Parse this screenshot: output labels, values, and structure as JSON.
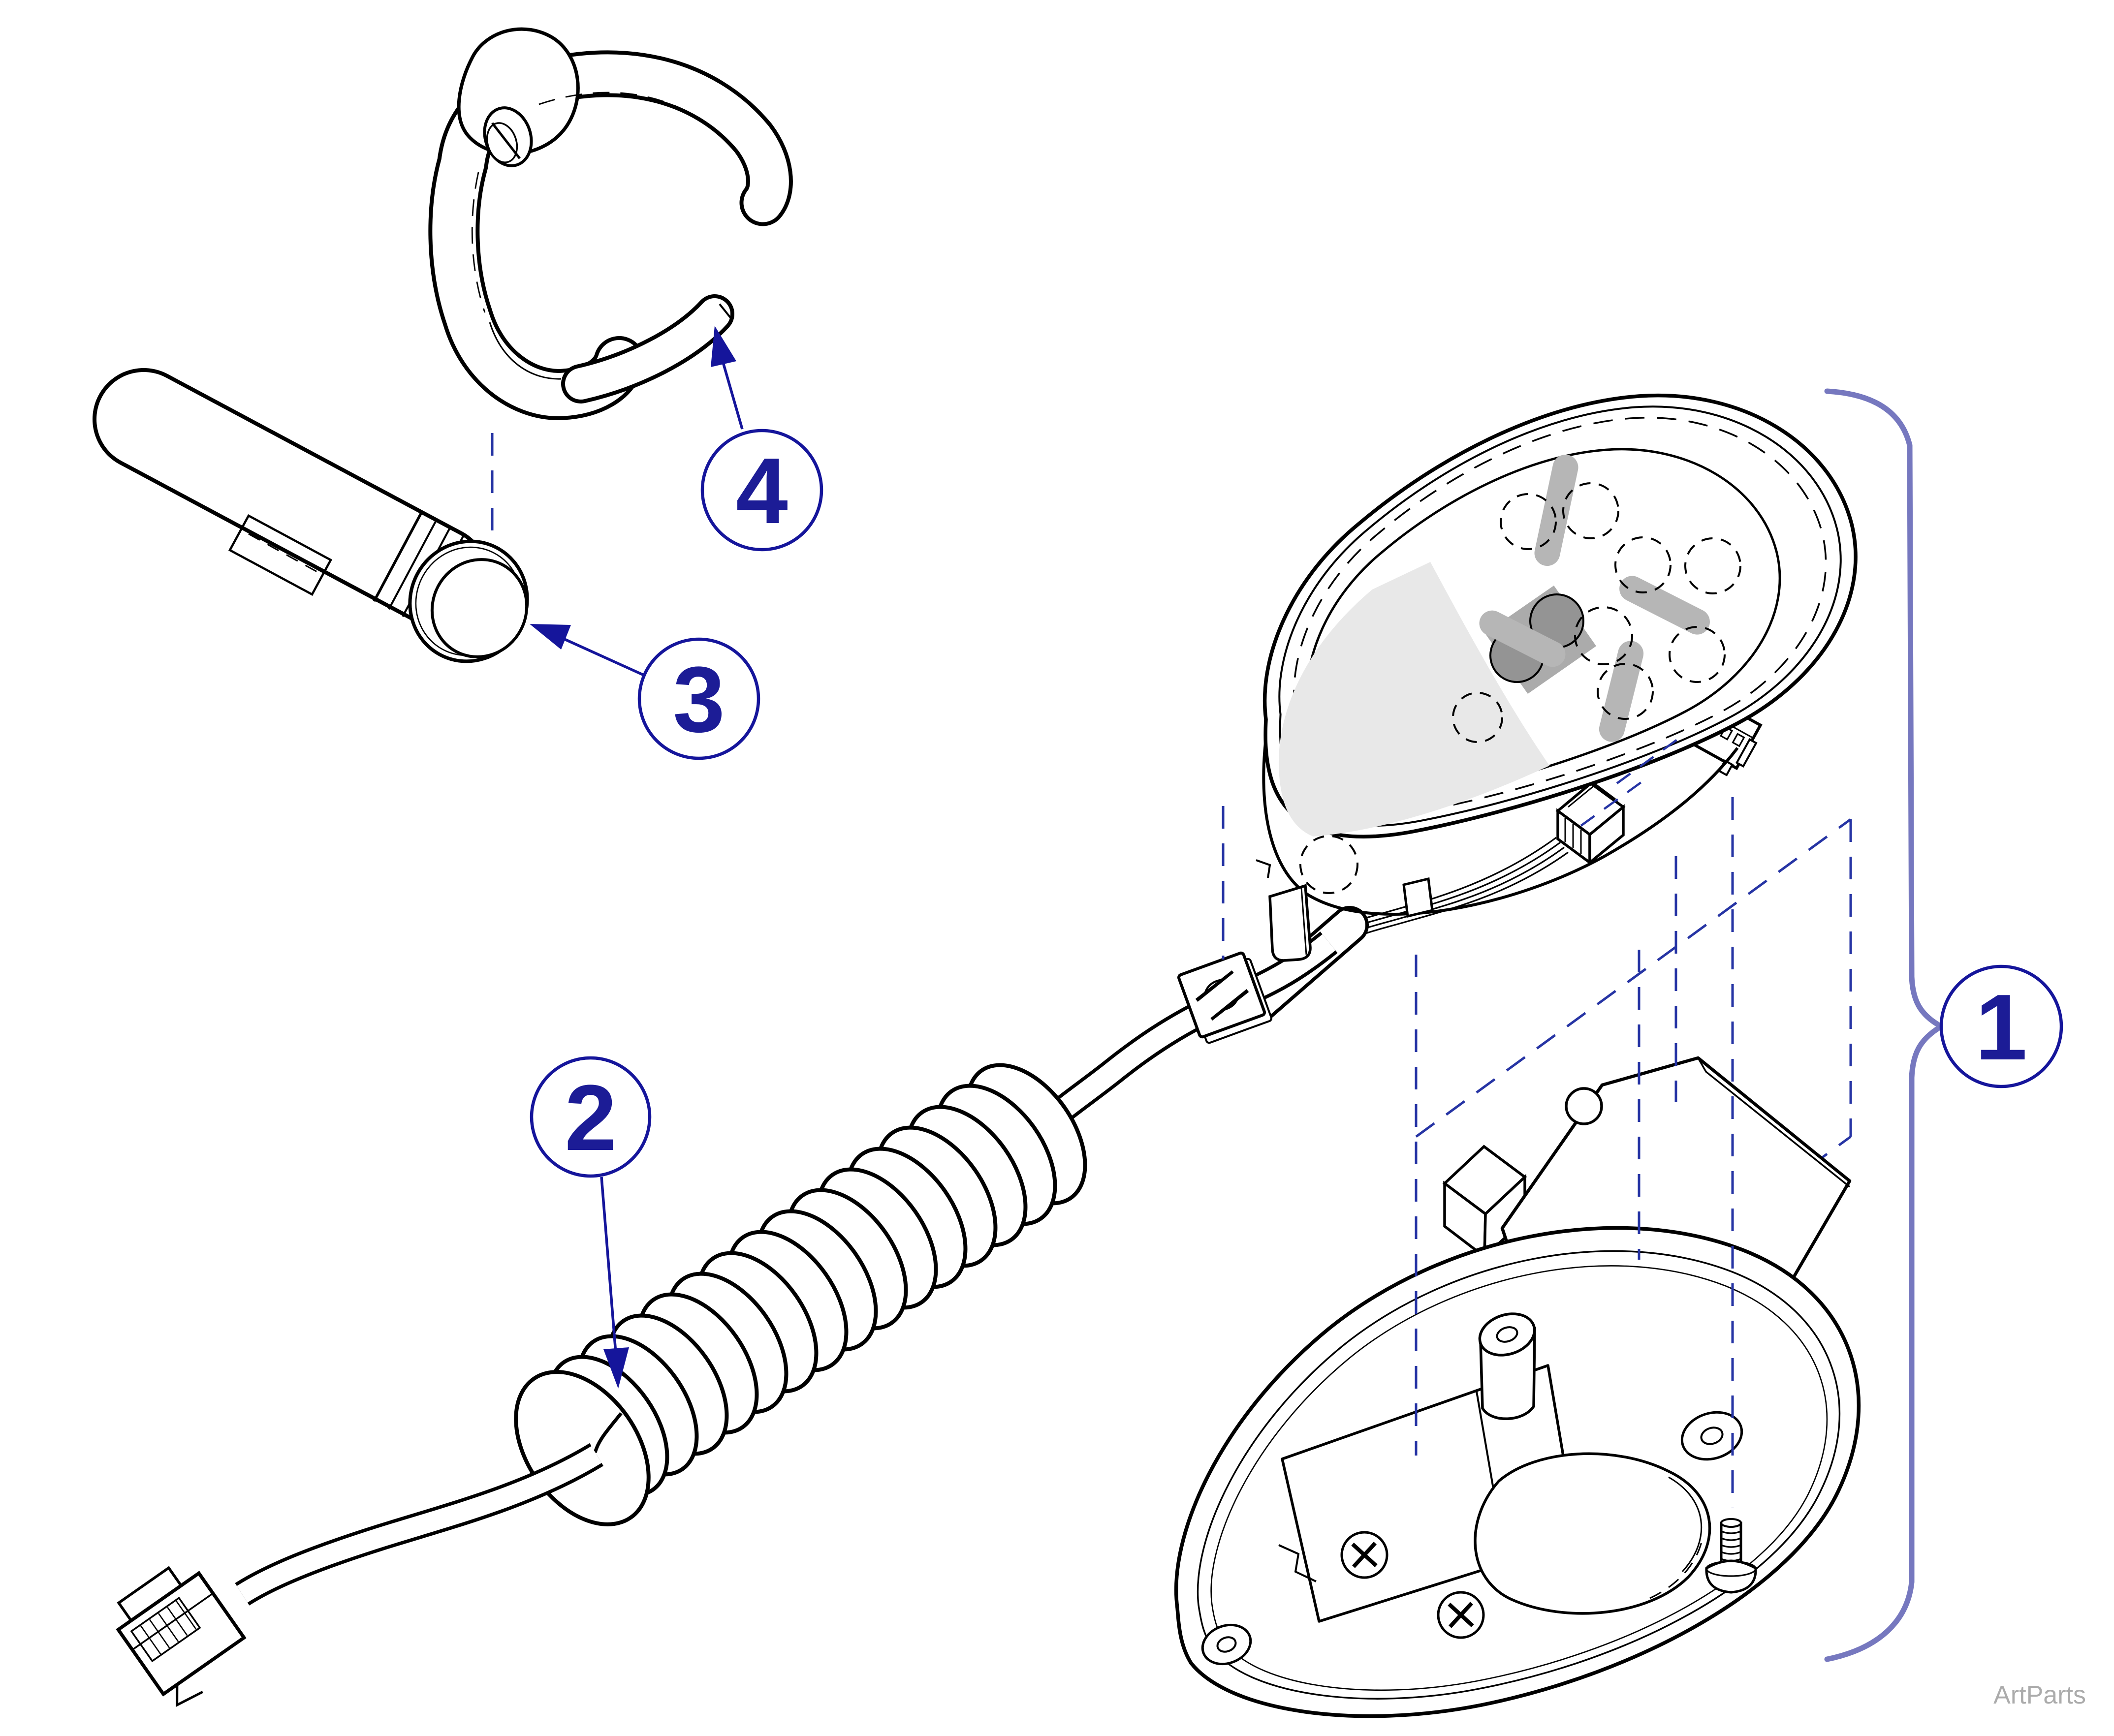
{
  "figure": {
    "type": "exploded-parts-diagram",
    "subject": "hand-held touchpad control assembly with holder bracket, roller barrel and coiled cable",
    "watermark": "ArtParts"
  },
  "callouts": [
    {
      "id": "1",
      "label": "1",
      "target": "touchpad-control-assembly"
    },
    {
      "id": "2",
      "label": "2",
      "target": "coiled-cable-assembly"
    },
    {
      "id": "3",
      "label": "3",
      "target": "roller-barrel"
    },
    {
      "id": "4",
      "label": "4",
      "target": "holder-bracket"
    }
  ],
  "theme": {
    "navy": "#15159b",
    "num": "#1c1c96",
    "dash": "#2634a4",
    "brace": "#7678bf",
    "ink": "#000000",
    "gray-wedge": "#e8e8e8",
    "gray-blade": "#b6b6b6",
    "gray-square": "#ababab",
    "gray-btn": "#949494",
    "watermark": "#ababab",
    "paper": "#ffffff"
  }
}
